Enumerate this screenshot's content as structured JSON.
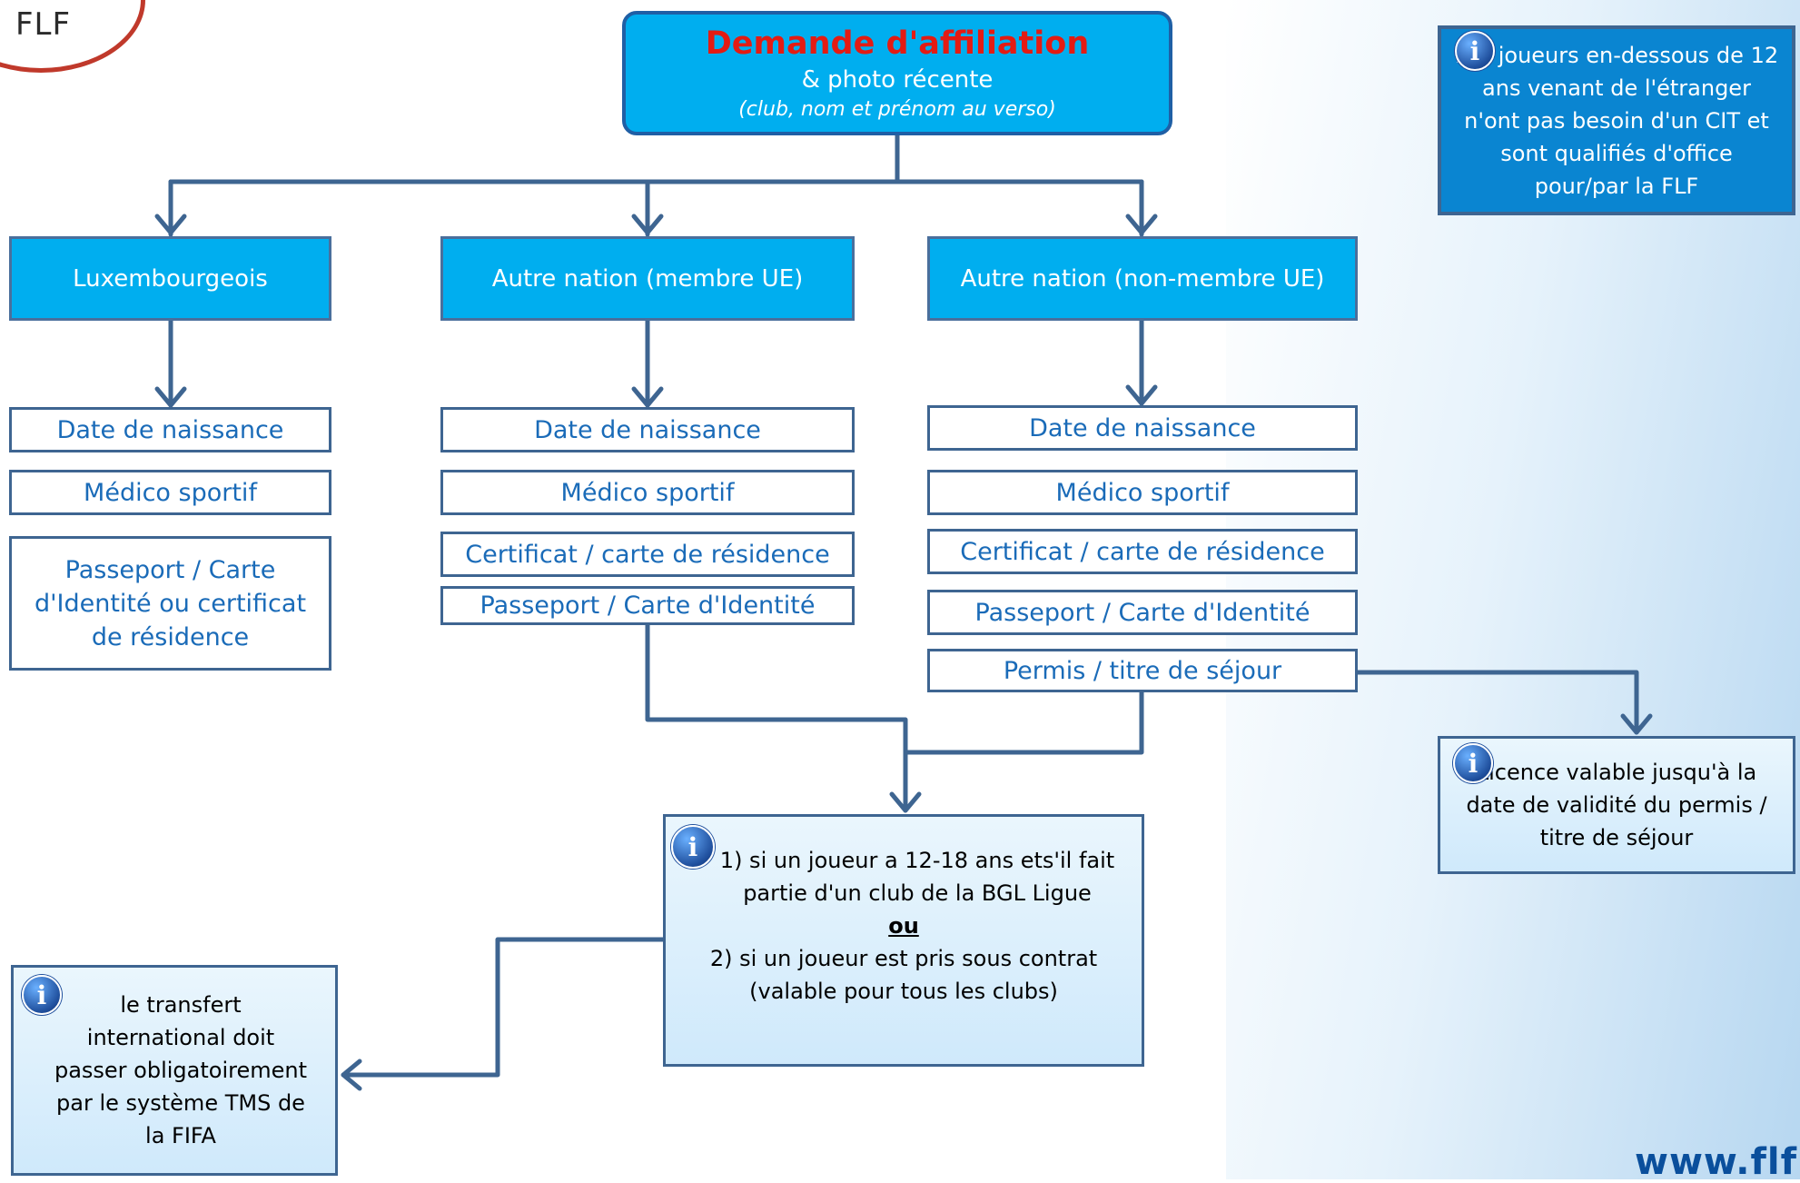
{
  "logo": {
    "text": "FLF"
  },
  "title": {
    "main": "Demande d'affiliation",
    "sub": "& photo récente",
    "note": "(club, nom et prénom au verso)"
  },
  "info_top_right": "Les joueurs en-dessous de 12 ans venant de l'étranger n'ont pas besoin d'un CIT et sont qualifiés d'office pour/par la FLF",
  "columns": [
    {
      "header": "Luxembourgeois",
      "docs": [
        "Date de naissance",
        "Médico sportif",
        "Passeport / Carte d'Identité ou certificat de résidence"
      ]
    },
    {
      "header": "Autre nation (membre UE)",
      "docs": [
        "Date de naissance",
        "Médico sportif",
        "Certificat / carte de résidence",
        "Passeport / Carte d'Identité"
      ]
    },
    {
      "header": "Autre nation (non-membre UE)",
      "docs": [
        "Date de naissance",
        "Médico sportif",
        "Certificat / carte de résidence",
        "Passeport / Carte d'Identité",
        "Permis / titre de séjour"
      ]
    }
  ],
  "info_licence": "Licence valable jusqu'à la date de validité du permis / titre de séjour",
  "info_center": {
    "line1": "1) si un joueur  a 12-18 ans  ets'il fait partie d'un club de  la BGL Ligue",
    "separator": "ou",
    "line2": "2) si un joueur est pris sous contrat (valable pour tous les clubs)"
  },
  "info_transfer": "le transfert international doit passer obligatoirement par le système  TMS de la FIFA",
  "website": "www.flf",
  "colors": {
    "accent": "#00aeef",
    "title_red": "#e41b13",
    "border": "#3e6591",
    "text_blue": "#1a6bb8"
  }
}
